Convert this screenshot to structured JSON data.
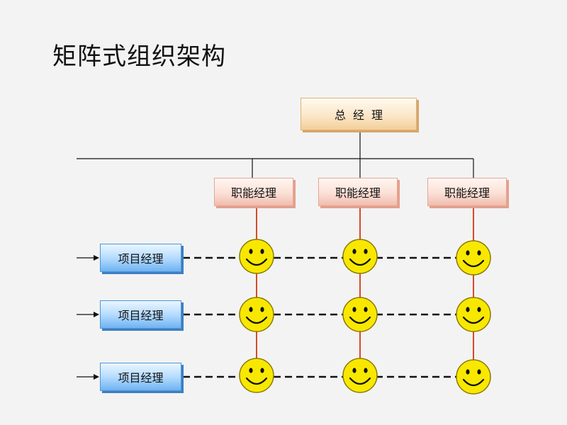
{
  "title": "矩阵式组织架构",
  "ceo_label": "总经理",
  "functional_managers": [
    "职能经理",
    "职能经理",
    "职能经理"
  ],
  "project_managers": [
    "项目经理",
    "项目经理",
    "项目经理"
  ],
  "icons": {
    "node": "smiley-face-icon",
    "arrow": "arrow-right-icon"
  },
  "colors": {
    "ceo_fill": "#fbe7c8",
    "functional_fill": "#fbe0d6",
    "project_fill": "#b6dcff",
    "vertical_link": "#d84a2a",
    "smiley_fill": "#f8e800"
  }
}
